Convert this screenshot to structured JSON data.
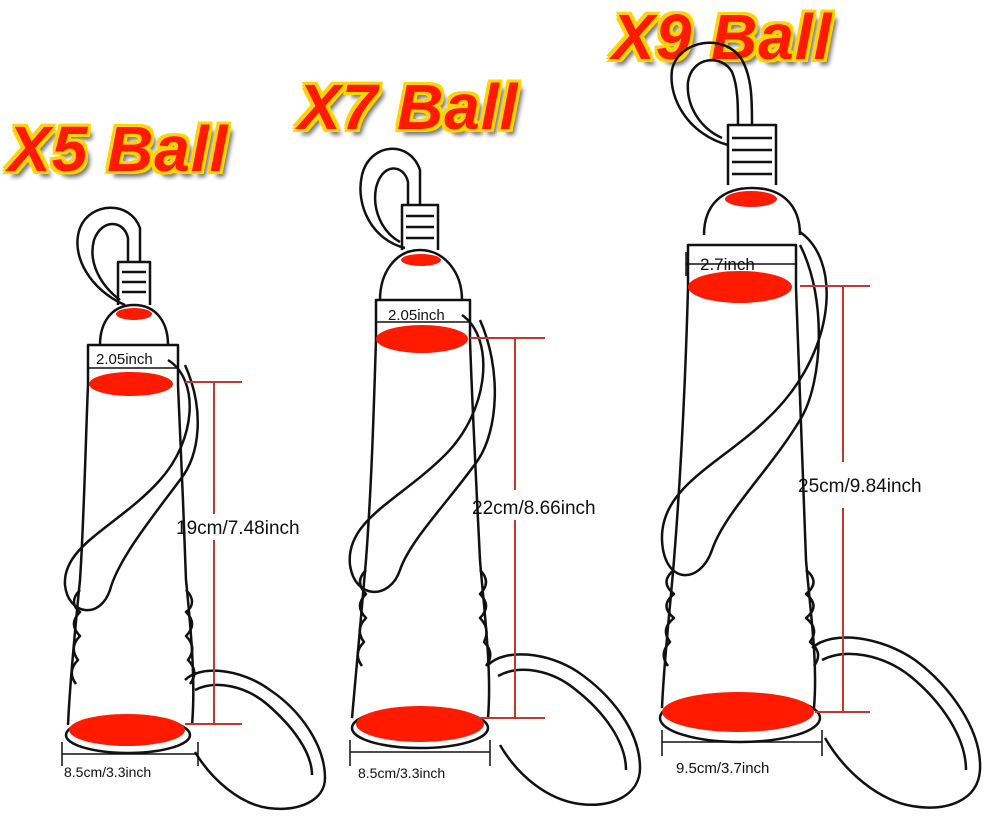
{
  "accent_color": "#ff1a00",
  "outline_color": "#ffd400",
  "products": [
    {
      "title": "X5 Ball",
      "top_diameter": "2.05inch",
      "length": "19cm/7.48inch",
      "bottom_diameter": "8.5cm/3.3inch"
    },
    {
      "title": "X7 Ball",
      "top_diameter": "2.05inch",
      "length": "22cm/8.66inch",
      "bottom_diameter": "8.5cm/3.3inch"
    },
    {
      "title": "X9 Ball",
      "top_diameter": "2.7inch",
      "length": "25cm/9.84inch",
      "bottom_diameter": "9.5cm/3.7inch"
    }
  ]
}
